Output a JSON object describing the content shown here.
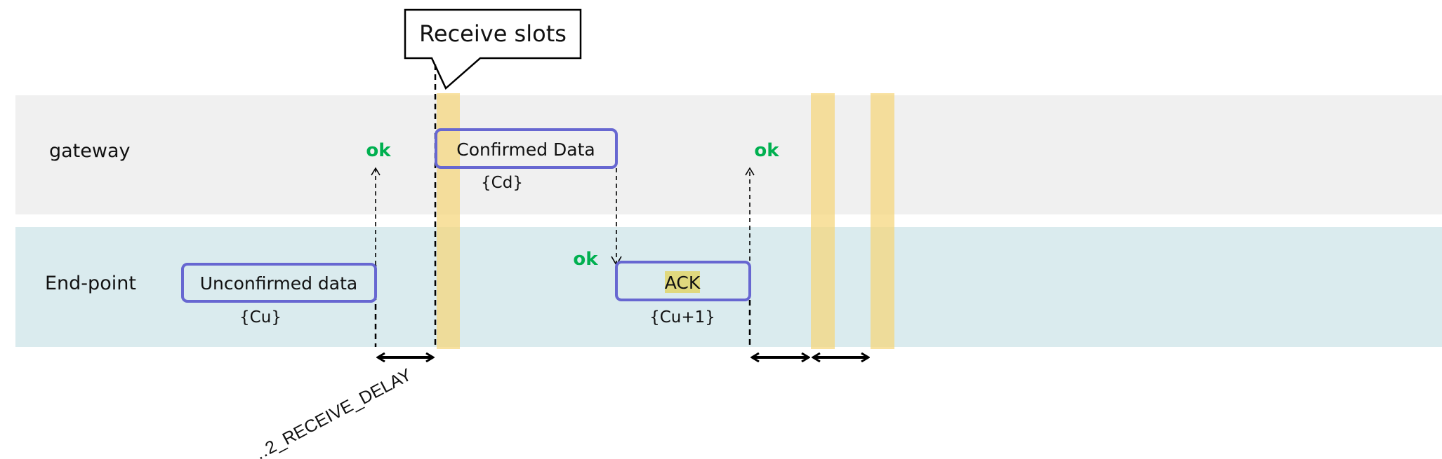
{
  "lanes": {
    "gateway": "gateway",
    "endpoint": "End-point"
  },
  "callout": {
    "label": "Receive slots"
  },
  "messages": {
    "unconfirmed": {
      "label": "Unconfirmed data",
      "counter": "{Cu}"
    },
    "confirmed": {
      "label": "Confirmed Data",
      "counter": "{Cd}"
    },
    "ack": {
      "label": "ACK",
      "counter": "{Cu+1}"
    }
  },
  "status": {
    "ok_gateway_1": "ok",
    "ok_gateway_2": "ok",
    "ok_endpoint": "ok"
  },
  "delay": {
    "label": "…2_RECEIVE_DELAY"
  },
  "colors": {
    "gateway_lane": "#f0f0f0",
    "endpoint_lane": "#daebee",
    "box_stroke": "#6767d1",
    "receive_slot": "#f7dc8f",
    "ok_green": "#00b050",
    "ack_highlight": "#e0d87e"
  }
}
